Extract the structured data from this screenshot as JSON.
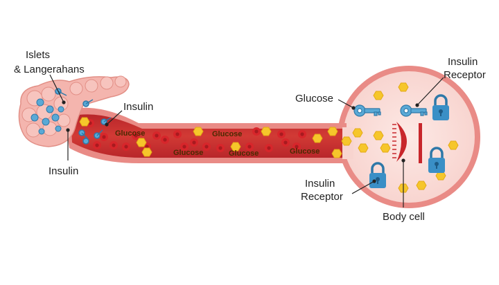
{
  "labels": {
    "islets": "Islets\n& Langerahans",
    "islets_line1": "Islets",
    "islets_line2": "& Langerahans",
    "insulin_top": "Insulin",
    "insulin_left": "Insulin",
    "glucose_cell": "Glucose",
    "insulin_receptor_top_line1": "Insulin",
    "insulin_receptor_top_line2": "Receptor",
    "insulin_receptor_bottom_line1": "Insulin",
    "insulin_receptor_bottom_line2": "Receptor",
    "body_cell": "Body cell"
  },
  "vessel_labels": [
    "Glucose",
    "Glucose",
    "Glucose",
    "Glucose",
    "Glucose"
  ],
  "colors": {
    "vessel_wall": "#e98b86",
    "vessel_lumen": "#c9302c",
    "cell_fill": "#fbe3df",
    "glucose": "#f6c62b",
    "blood_cell": "#d7262b",
    "insulin": "#5aa9d6",
    "lock": "#3a8fc6",
    "pancreas": "#f4b5ae"
  },
  "icons": [
    "pancreas-icon",
    "key-icon",
    "lock-icon",
    "red-blood-cell-icon",
    "glucose-hexagon-icon"
  ]
}
